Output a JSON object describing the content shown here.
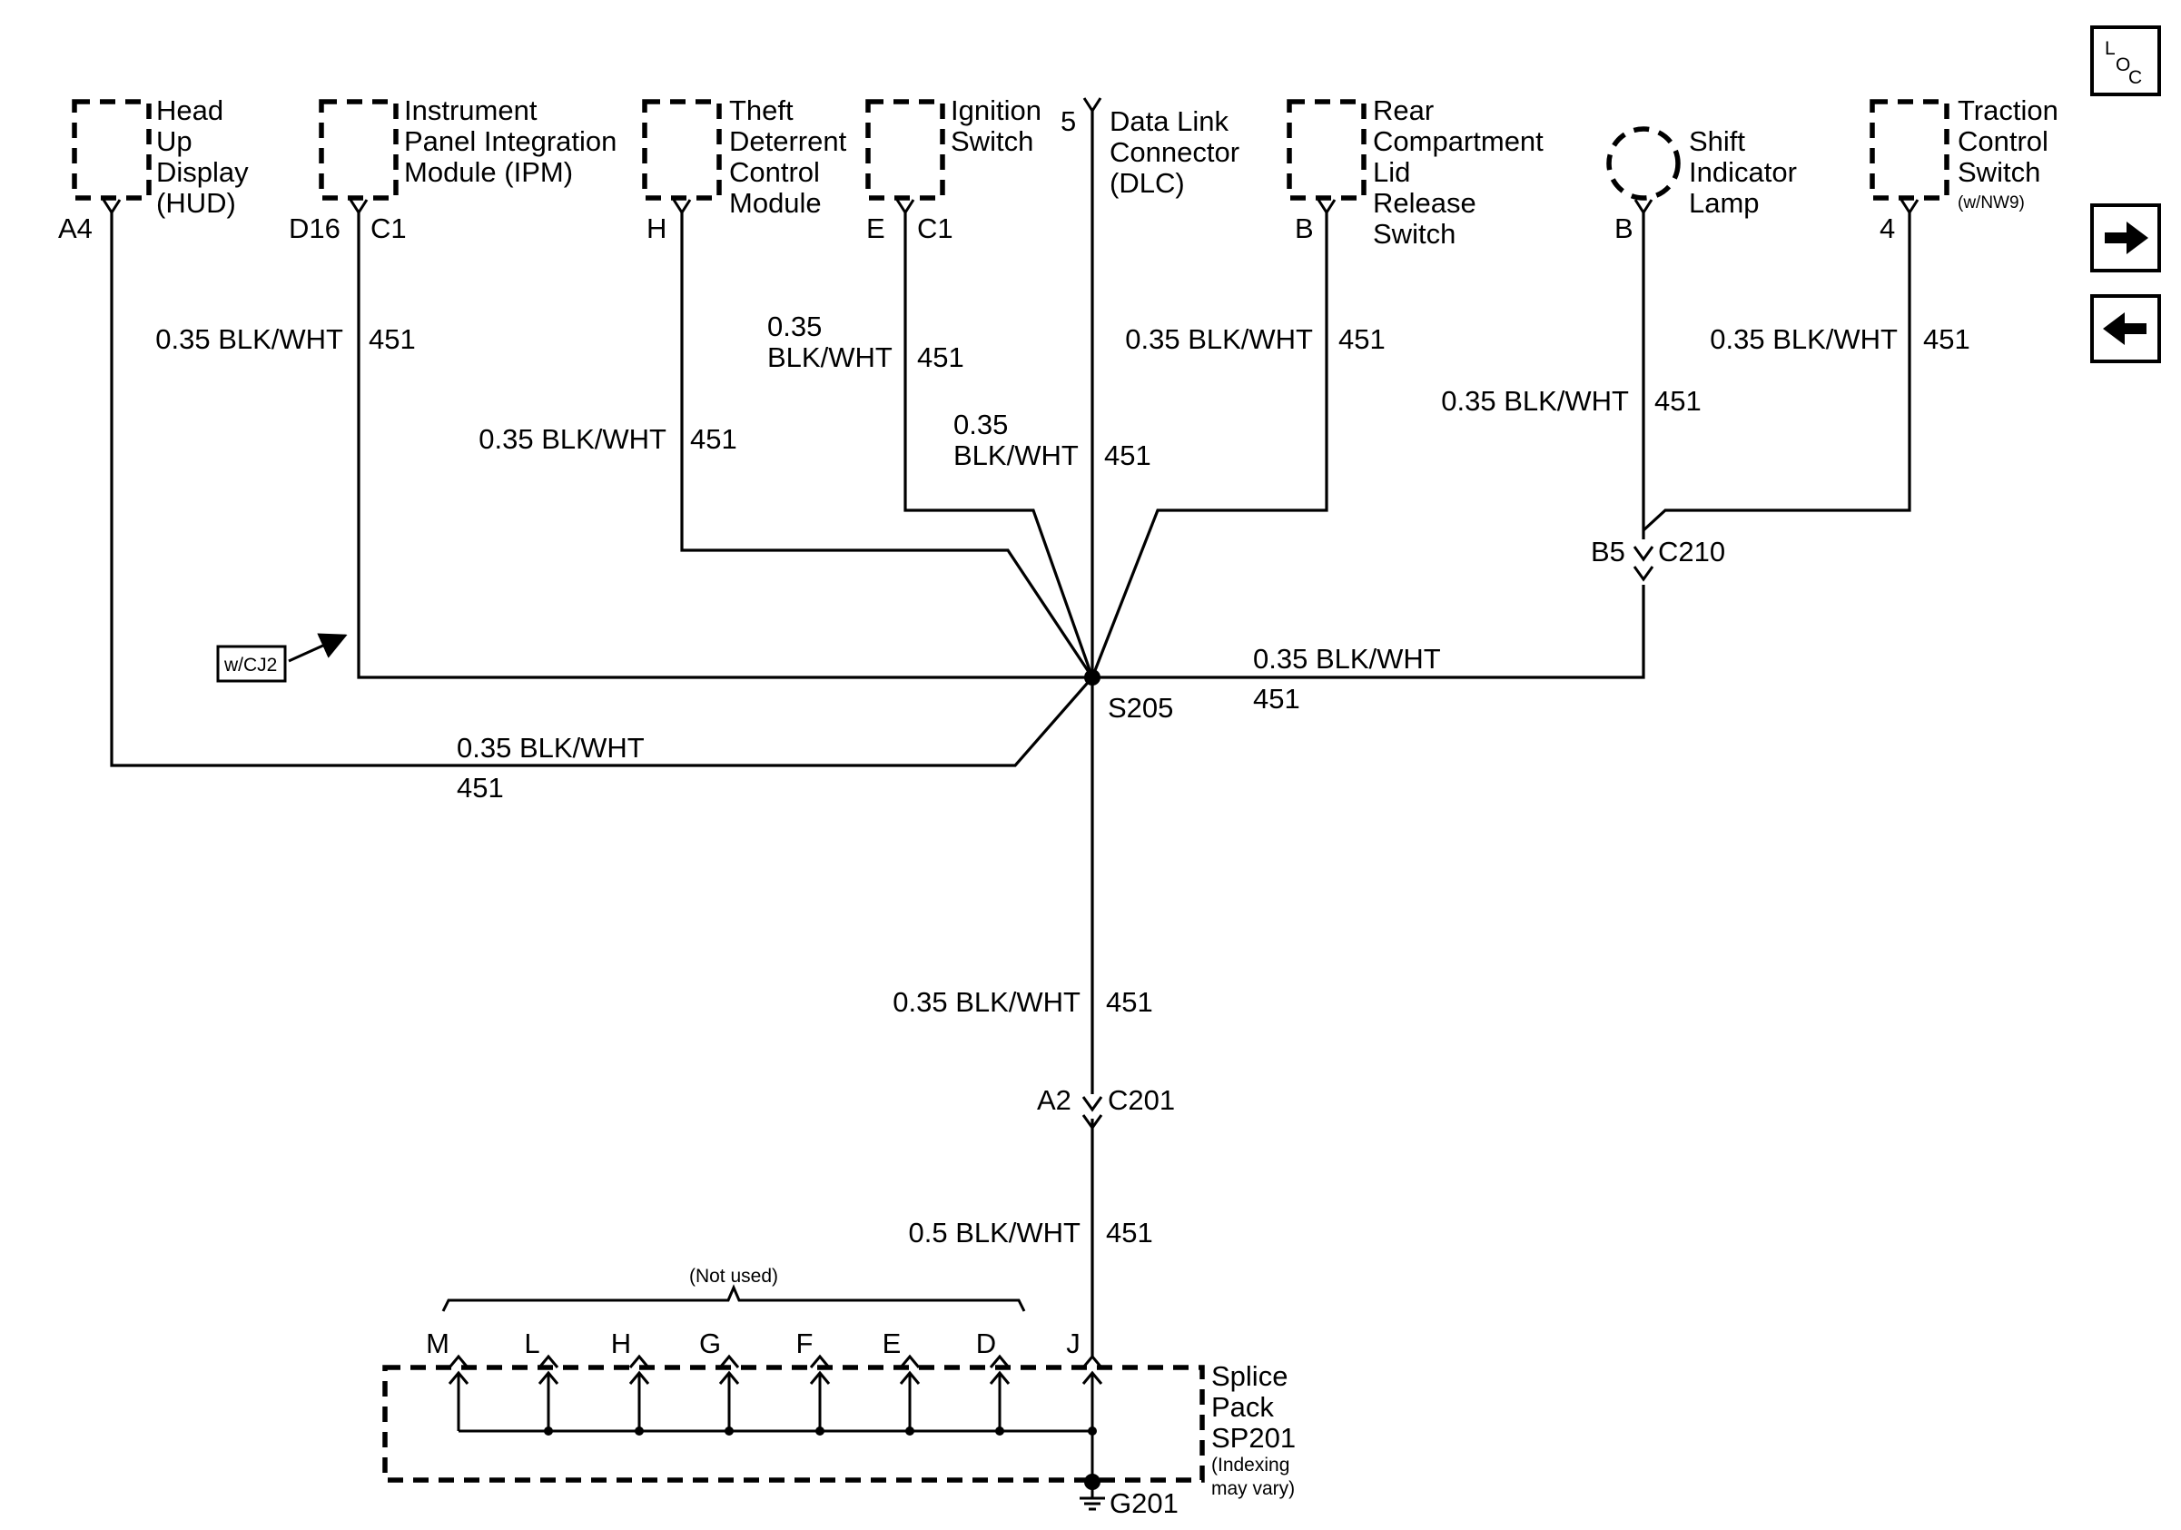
{
  "components": {
    "hud": [
      "Head",
      "Up",
      "Display",
      "(HUD)"
    ],
    "ipm": [
      "Instrument",
      "Panel Integration",
      "Module (IPM)"
    ],
    "theft": [
      "Theft",
      "Deterrent",
      "Control",
      "Module"
    ],
    "ignition": [
      "Ignition",
      "Switch"
    ],
    "dlc": [
      "Data Link",
      "Connector",
      "(DLC)"
    ],
    "rear": [
      "Rear",
      "Compartment",
      "Lid",
      "Release",
      "Switch"
    ],
    "shift": [
      "Shift",
      "Indicator",
      "Lamp"
    ],
    "traction": [
      "Traction",
      "Control",
      "Switch"
    ],
    "traction_note": "(w/NW9)",
    "splice_pack": [
      "Splice",
      "Pack",
      "SP201"
    ],
    "splice_note": [
      "(Indexing",
      "may vary)"
    ]
  },
  "pins": {
    "hud": "A4",
    "ipm_pin": "D16",
    "ipm_conn": "C1",
    "theft": "H",
    "ign_pin": "E",
    "ign_conn": "C1",
    "dlc": "5",
    "rear": "B",
    "shift": "B",
    "traction": "4",
    "c210_pin": "B5",
    "c210": "C210",
    "c201_pin": "A2",
    "c201": "C201"
  },
  "wires": {
    "std": "0.35 BLK/WHT",
    "std_a": "0.35",
    "std_b": "BLK/WHT",
    "ground": "0.5 BLK/WHT",
    "circuit": "451"
  },
  "splice": "S205",
  "ground": "G201",
  "option_cj2": "w/CJ2",
  "not_used": "(Not used)",
  "splice_pins": [
    "M",
    "L",
    "H",
    "G",
    "F",
    "E",
    "D",
    "J"
  ],
  "nav": {
    "loc_l": "L",
    "loc_o": "O",
    "loc_c": "C"
  }
}
